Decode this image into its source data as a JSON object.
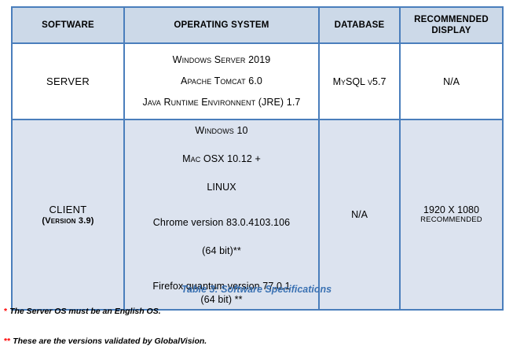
{
  "table": {
    "columns": [
      {
        "id": "software",
        "header": "SOFTWARE"
      },
      {
        "id": "operating_system",
        "header": "OPERATING SYSTEM"
      },
      {
        "id": "database",
        "header": "DATABASE"
      },
      {
        "id": "recommended_display",
        "header": "RECOMMENDED DISPLAY"
      }
    ],
    "rows": [
      {
        "label": "SERVER",
        "sublabel": "",
        "os": [
          "Windows Server 2019",
          "Apache Tomcat 6.0",
          "Java Runtime Environnent (JRE) 1.7"
        ],
        "database": "MySQL v5.7",
        "display": "N/A",
        "display_note": ""
      },
      {
        "label": "CLIENT",
        "sublabel": "(Version 3.9)",
        "os": [
          "Windows 10",
          "Mac OSX 10.12 +",
          "LINUX",
          "Chrome version 83.0.4103.106",
          "(64 bit)**",
          "Firefox quantum version  77.0.1",
          "(64 bit) **"
        ],
        "database": "N/A",
        "display": "1920 X 1080",
        "display_note": "RECOMMENDED"
      }
    ]
  },
  "caption": "Table 3: Software Specifications",
  "footnotes": [
    {
      "mark": "*",
      "text": "The Server OS must be an English OS."
    },
    {
      "mark": "**",
      "text": "These are the versions validated by GlobalVision."
    }
  ],
  "colors": {
    "header_background": "#ccd9e8",
    "client_row_background": "#dce3ef",
    "border": "#4a7ebc",
    "caption_text": "#3b72b3",
    "footnote_mark": "#ff0000"
  }
}
